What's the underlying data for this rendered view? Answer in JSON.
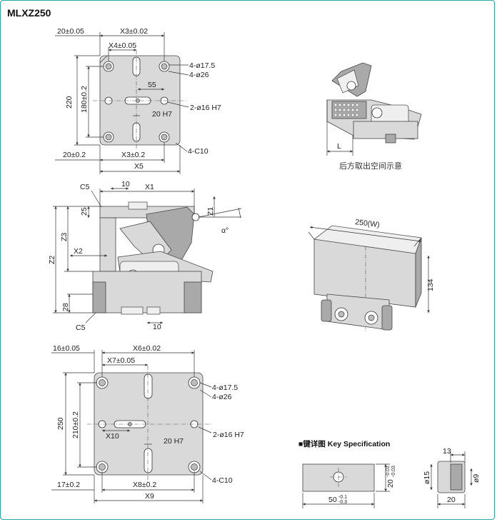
{
  "title": "MLXZ250",
  "top_view_small": {
    "dims": {
      "d20a": "20±0.05",
      "x3a": "X3±0.02",
      "x4": "X4±0.05",
      "h220": "220",
      "h180": "180±0.2",
      "d55": "55",
      "holes1": "4-ø17.5",
      "holes2": "4-ø26",
      "pin": "2-ø16 H7",
      "key": "20 H7",
      "d20b": "20±0.2",
      "x3b": "X3±0.2",
      "x5": "X5",
      "chamfer": "4-C10"
    }
  },
  "side_view": {
    "dims": {
      "c5a": "C5",
      "d10a": "10",
      "x1": "X1",
      "d25": "25",
      "z1": "Z1",
      "alpha": "α°",
      "z3": "Z3",
      "x2": "X2",
      "z2": "Z2",
      "d28": "28",
      "c5b": "C5",
      "d10b": "10"
    }
  },
  "rear_view": {
    "dim_l": "L",
    "caption": "后方取出空间示意"
  },
  "iso_view": {
    "width": "250(W)",
    "height": "134"
  },
  "top_view_large": {
    "dims": {
      "d16": "16±0.05",
      "x6": "X6±0.02",
      "x7": "X7±0.05",
      "holes1": "4-ø17.5",
      "holes2": "4-ø26",
      "h250": "250",
      "h210": "210±0.2",
      "pin": "2-ø16 H7",
      "x10": "X10",
      "key": "20 H7",
      "d17": "17±0.2",
      "x8": "X8±0.2",
      "x9": "X9",
      "chamfer": "4-C10"
    }
  },
  "key_spec": {
    "heading": "■键详图 Key Specification",
    "d13": "13",
    "d15": "ø15",
    "d9": "ø9",
    "d20": "20",
    "d50": "50",
    "d50_tol_up": "-0.1",
    "d50_tol_dn": "-0.3",
    "d20h": "20",
    "d20h_tol_up": "-0.01",
    "d20h_tol_dn": "-0.03"
  }
}
